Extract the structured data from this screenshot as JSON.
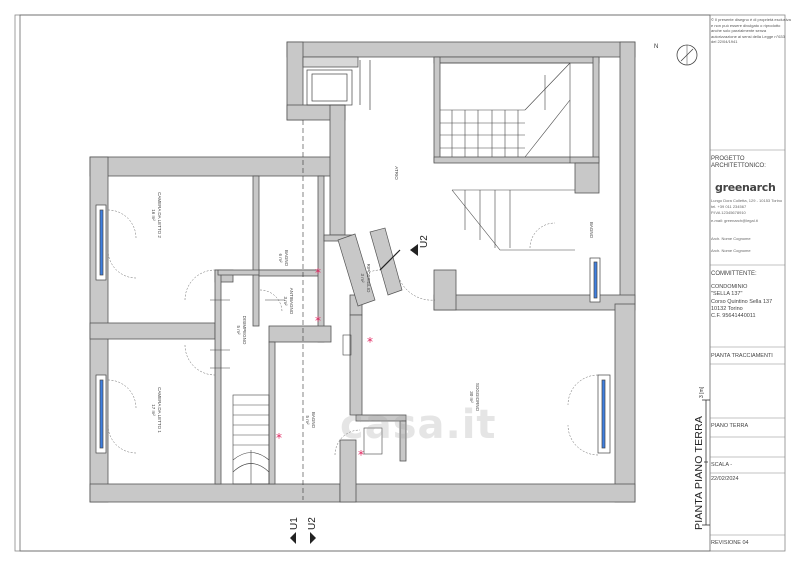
{
  "title_block": {
    "note": "© Il presente disegno è di proprietà esclusiva e non può essere divulgato o riprodotto anche solo parzialmente senza autorizzazione ai sensi della Legge n°633 del 22/04/1941",
    "progetto_label": "PROGETTO ARCHITETTONICO:",
    "firm_name": "greenarch",
    "firm_address": "Lungo Dora Colletta, 129 - 10153 Torino",
    "firm_tel": "tel. +39 011 234567",
    "firm_piva": "P.IVA 12345678910",
    "firm_email": "e-mail: greenarch@legal.it",
    "arch_1": "Arch. Nome Cognome",
    "arch_2": "Arch. Nome Cognome",
    "committente_label": "COMMITTENTE:",
    "client_name": "CONDOMINIO",
    "client_building": "\"SELLA 137\"",
    "client_street": "Corso Quintino Sella 137",
    "client_city": "10132 Torino",
    "client_cf": "C.F. 95641440011",
    "tavola": "PIANTA TRACCIAMENTI",
    "piano": "PIANO TERRA",
    "scala": "SCALA -",
    "date": "22/02/2024",
    "revision": "REVISIONE 04"
  },
  "drawing": {
    "title": "PIANTA PIANO TERRA",
    "scale_bar_label": "3 [m]",
    "north": "N",
    "section_marker_up": "U2",
    "section_marker_bottom_1": "U1",
    "section_marker_bottom_2": "U2",
    "watermark": "casa.it",
    "rooms": [
      {
        "name": "CAMERA DA LETTO 2",
        "area": "16 m²"
      },
      {
        "name": "CAMERA DA LETTO 1",
        "area": "17 m²"
      },
      {
        "name": "DISIMPEGNO",
        "area": "5 m²"
      },
      {
        "name": "BAGNO",
        "area": "6 m²"
      },
      {
        "name": "ANTIBAGNO",
        "area": "3 m²"
      },
      {
        "name": "ATRIO",
        "area": ""
      },
      {
        "name": "RIPOSTIGLIO",
        "area": "3 m²"
      },
      {
        "name": "SOGGIORNO",
        "area": "30 m²"
      },
      {
        "name": "BAGNO",
        "area": "5 m²"
      },
      {
        "name": "BAGNO",
        "area": ""
      }
    ]
  },
  "colors": {
    "wall": "#c8c8c8",
    "wall_edge": "#555555",
    "window_glass": "#3f7fe0",
    "marker": "#e0245e",
    "line": "#333333"
  }
}
